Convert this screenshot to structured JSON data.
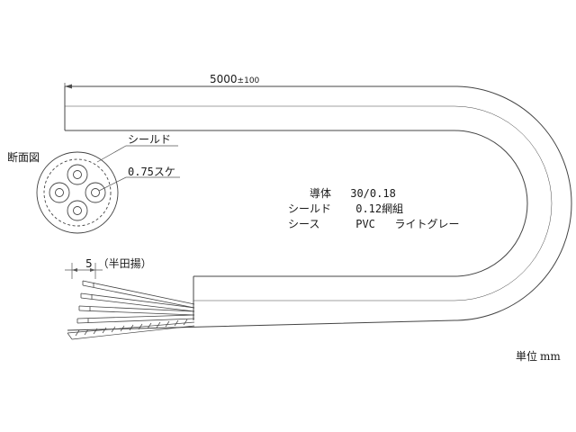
{
  "drawing": {
    "length_label": "5000",
    "length_tolerance": "±100",
    "section_title": "断面図",
    "shield_callout": "シールド",
    "conductor_size_callout": "0.75スケ",
    "strip_length": "5",
    "strip_note": "（半田揚）",
    "unit_label": "単位",
    "unit_value": "mm",
    "specs": [
      {
        "name": "導体",
        "value": "30/0.18",
        "extra": ""
      },
      {
        "name": "シールド",
        "value": "0.12網組",
        "extra": ""
      },
      {
        "name": "シース",
        "value": "PVC",
        "extra": "ライトグレー"
      }
    ],
    "colors": {
      "line": "#333333",
      "dim": "#555555",
      "background": "#ffffff"
    }
  }
}
